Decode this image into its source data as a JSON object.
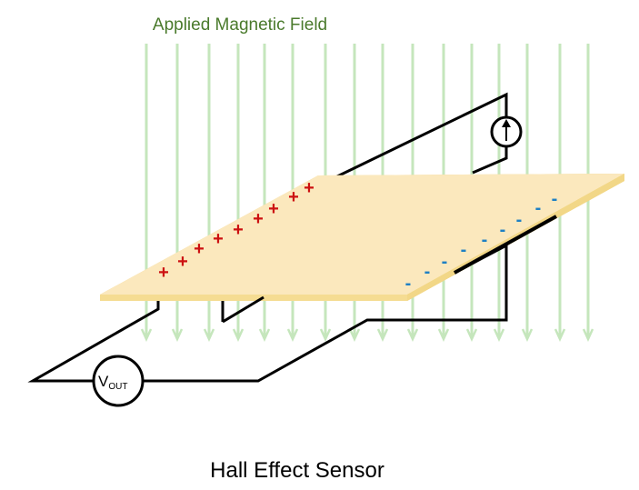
{
  "field_label": "Applied Magnetic Field",
  "caption": "Hall Effect Sensor",
  "meter": {
    "main": "V",
    "sub": "OUT"
  },
  "plus_sign": "+",
  "minus_sign": "-",
  "colors": {
    "field_arrows": "#c5e6bc",
    "field_label": "#4a7a2c",
    "plate_top": "#fbe8bd",
    "plate_edge": "#efcf75",
    "wire": "#000000",
    "plus": "#cc1111",
    "minus": "#1f80c4"
  }
}
